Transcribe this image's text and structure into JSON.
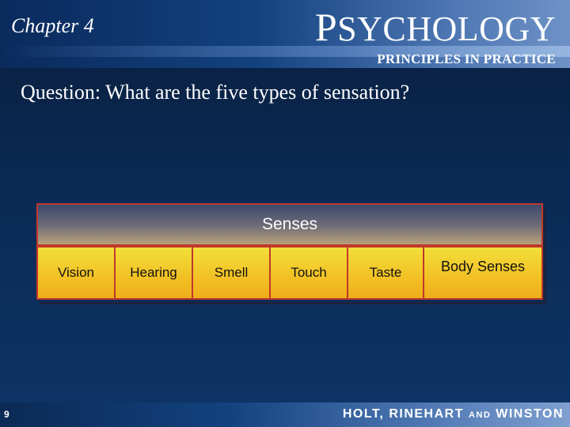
{
  "header": {
    "chapter": "Chapter 4",
    "brand_initial": "P",
    "brand_rest": "SYCHOLOGY",
    "brand_subtitle": "PRINCIPLES IN PRACTICE"
  },
  "question": "Question: What are the five types of sensation?",
  "diagram": {
    "root": "Senses",
    "items": [
      "Vision",
      "Hearing",
      "Smell",
      "Touch",
      "Taste",
      "Body Senses"
    ]
  },
  "footer": {
    "page_number": "9",
    "publisher_main": "HOLT, RINEHART",
    "publisher_and": "AND",
    "publisher_end": "WINSTON"
  },
  "colors": {
    "background": "#0b2a55",
    "box_fill": "#f2c024",
    "box_border": "#c0392b"
  }
}
